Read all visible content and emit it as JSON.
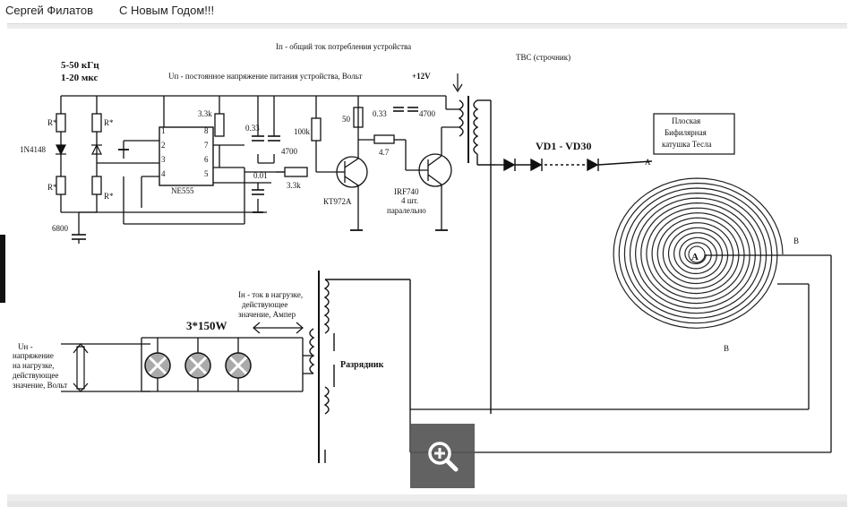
{
  "header": {
    "author": "Сергей Филатов",
    "greeting": "С Новым Годом!!!"
  },
  "schematic": {
    "freq": "5-50 кГц",
    "pulse": "1-20 мкс",
    "r1": "R*",
    "r2": "R*",
    "r3": "R*",
    "r4": "R*",
    "diode": "1N4148",
    "cap6800": "6800",
    "ic": "NE555",
    "r33k_top": "3.3k",
    "cap033_a": "0.33",
    "cap4700_a": "4700",
    "cap001": "0.01",
    "r33k_bot": "3.3k",
    "r100k": "100k",
    "r50": "50",
    "cap033_b": "0.33",
    "cap4700_b": "4700",
    "r47": "4.7",
    "transistor1": "КТ972А",
    "transistor2_a": "IRF740",
    "transistor2_b": "4 шт.",
    "transistor2_c": "паралельно",
    "iin_note": "Iп - общий ток потребления устройства",
    "uin_note": "Uп - постоянное напряжение питания устройства, Вольт",
    "plus12": "+12V",
    "tbs": "ТВС (строчник)",
    "diodes": "VD1 - VD30",
    "coil_title_1": "Плоская",
    "coil_title_2": "Бифилярная",
    "coil_title_3": "катушка Тесла",
    "coil_a": "A",
    "coil_a2": "A",
    "coil_b": "B",
    "coil_b2": "B",
    "lamps": "3*150W",
    "iload_1": "Iн - ток в нагрузке,",
    "iload_2": "действующее",
    "iload_3": "значение, Ампер",
    "uload_1": "Uн -",
    "uload_2": "напряжение",
    "uload_3": "на нагрузке,",
    "uload_4": "действующее",
    "uload_5": "значение, Вольт",
    "spark": "Разрядник"
  }
}
